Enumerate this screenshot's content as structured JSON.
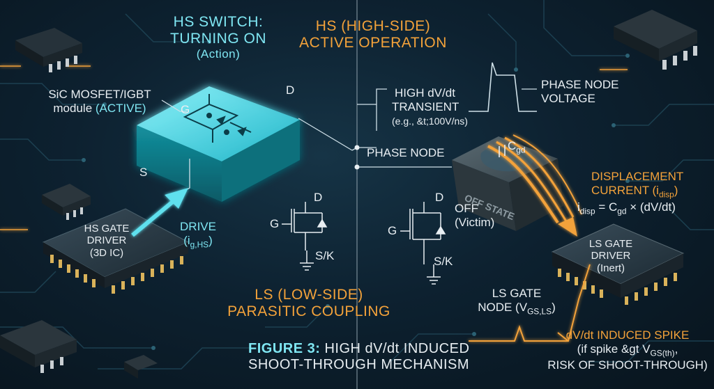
{
  "hs_switch": {
    "title_line1": "HS SWITCH:",
    "title_line2": "TURNING ON",
    "subtitle": "(Action)"
  },
  "hs_active": {
    "line1": "HS (HIGH-SIDE)",
    "line2": "ACTIVE OPERATION"
  },
  "module_label": {
    "line1": "SiC MOSFET/IGBT",
    "line2_prefix": "module ",
    "line2_active": "(ACTIVE)"
  },
  "pins": {
    "g": "G",
    "s": "S",
    "d": "D"
  },
  "transient": {
    "line1": "HIGH dV/dt",
    "line2": "TRANSIENT",
    "line3": "(e.g., &t;100V/ns)"
  },
  "phase_voltage": {
    "line1": "PHASE NODE",
    "line2": "VOLTAGE"
  },
  "phase_node": "PHASE NODE",
  "cgd": {
    "main": "C",
    "sub": "gd"
  },
  "off_state_block": "OFF STATE",
  "displacement": {
    "line1": "DISPLACEMENT",
    "line2_main": "CURRENT (i",
    "line2_sub": "disp",
    "line2_end": ")",
    "eq_a": "i",
    "eq_a_sub": "disp",
    "eq_b": " = C",
    "eq_b_sub": "gd",
    "eq_c": " × (dV/dt)"
  },
  "hs_driver": {
    "line1": "HS GATE",
    "line2": "DRIVER",
    "line3": "(3D IC)"
  },
  "drive": {
    "line1": "DRIVE",
    "line2_main": "(i",
    "line2_sub": "g,HS",
    "line2_end": ")"
  },
  "ls_symbol_a": {
    "d": "D",
    "g": "G",
    "s": "S/K"
  },
  "ls_symbol_b": {
    "d": "D",
    "g": "G",
    "s": "S/K"
  },
  "off_victim": {
    "line1": "OFF",
    "line2": "(Victim)"
  },
  "ls_coupling": {
    "line1": "LS (LOW-SIDE)",
    "line2": "PARASITIC COUPLING"
  },
  "ls_driver": {
    "line1": "LS GATE",
    "line2": "DRIVER",
    "line3": "(Inert)"
  },
  "ls_gate_node": {
    "line1": "LS GATE",
    "line2_main": "NODE (V",
    "line2_sub": "GS,LS",
    "line2_end": ")"
  },
  "spike": {
    "line1": "dV/dt INDUCED SPIKE",
    "line2_main": "(if spike &gt V",
    "line2_sub": "GS(th)",
    "line2_end": ",",
    "line3": "RISK OF SHOOT-THROUGH)"
  },
  "figure": {
    "label": "FIGURE 3:",
    "title_a": " HIGH dV/dt INDUCED",
    "title_b": "SHOOT-THROUGH MECHANISM"
  },
  "colors": {
    "cyan": "#7fe6f2",
    "orange": "#f3a23a",
    "background": "#0d2130",
    "white": "#e8eef2"
  },
  "icons": [
    "sic-module-3d",
    "gate-driver-chip",
    "mosfet-symbol",
    "ground-symbol",
    "circuit-traces",
    "ic-package"
  ]
}
